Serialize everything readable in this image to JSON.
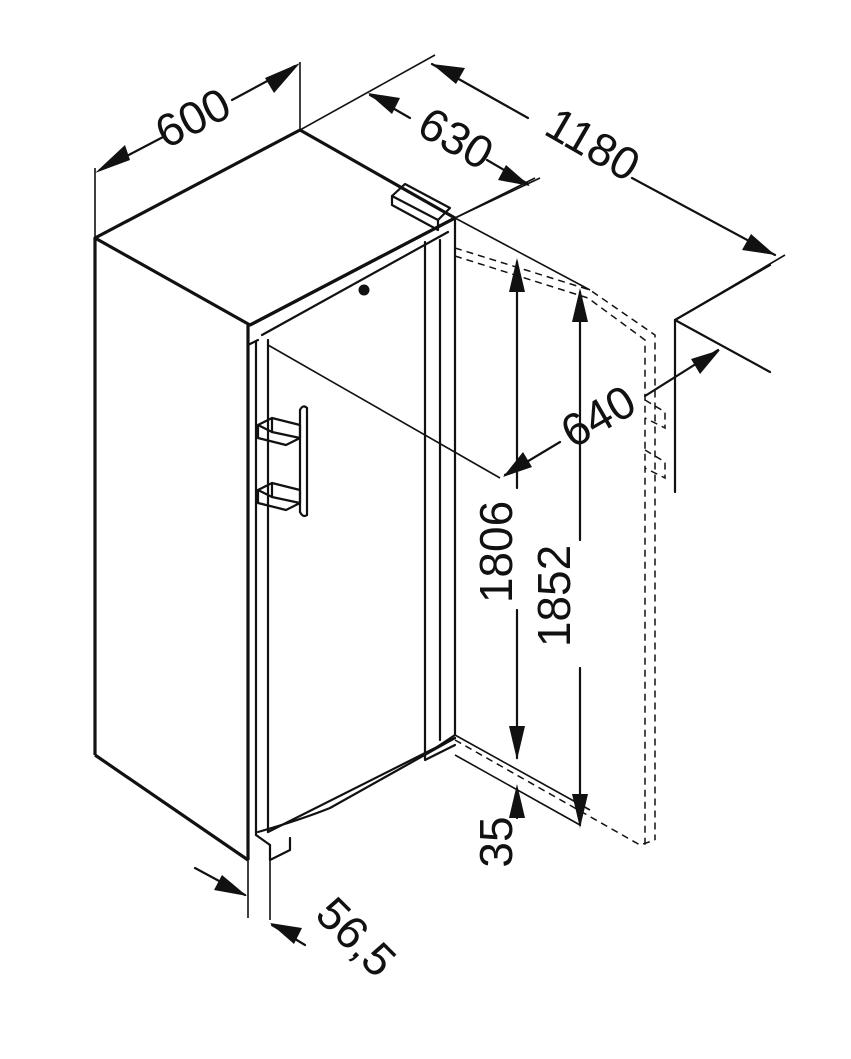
{
  "diagram": {
    "dimensions": {
      "width": "600",
      "depth": "630",
      "depth_door_open": "1180",
      "depth_with_door": "640",
      "height_body": "1806",
      "height_total": "1852",
      "feet_height": "35",
      "door_offset": "56,5"
    },
    "colors": {
      "stroke": "#111111",
      "background": "#ffffff"
    }
  }
}
